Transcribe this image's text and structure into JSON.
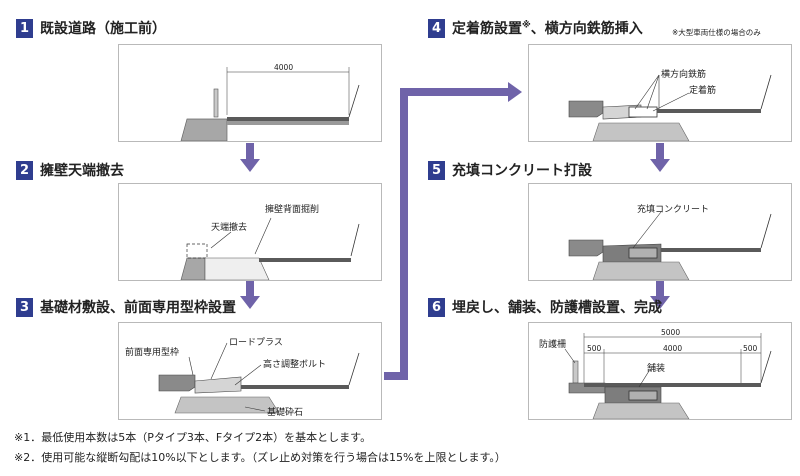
{
  "steps": [
    {
      "num": "1",
      "title": "既設道路（施工前）"
    },
    {
      "num": "2",
      "title": "擁壁天端撤去"
    },
    {
      "num": "3",
      "title": "基礎材敷設、前面専用型枠設置"
    },
    {
      "num": "4",
      "title": "定着筋設置",
      "title_mark": "※",
      "title_rest": "、横方向鉄筋挿入"
    },
    {
      "num": "5",
      "title": "充填コンクリート打設"
    },
    {
      "num": "6",
      "title": "埋戻し、舗装、防護槽設置、完成"
    }
  ],
  "step4_note": "※大型車両仕様の場合のみ",
  "panel1": {
    "dim": "4000"
  },
  "panel2": {
    "label_top": "天端撤去",
    "label_back": "擁壁背面掘削"
  },
  "panel3": {
    "label_form": "前面専用型枠",
    "label_plus": "ロードプラス",
    "label_bolt": "高さ調整ボルト",
    "label_base": "基礎砕石"
  },
  "panel4": {
    "label_rebar": "横方向鉄筋",
    "label_anchor": "定着筋"
  },
  "panel5": {
    "label_concrete": "充填コンクリート"
  },
  "panel6": {
    "dim_total": "5000",
    "dim_left": "500",
    "dim_mid": "4000",
    "dim_right": "500",
    "label_fence": "防護柵",
    "label_paving": "舗装"
  },
  "footnotes": [
    "※1．最低使用本数は5本（Pタイプ3本、Fタイプ2本）を基本とします。",
    "※2．使用可能な縦断勾配は10%以下とします。（ズレ止め対策を行う場合は15%を上限とします。）"
  ],
  "colors": {
    "step_badge": "#2f3d8f",
    "arrow": "#6f63a9",
    "road": "#5a5a5a",
    "wall": "#a7a7a7",
    "concrete": "#7d7d7d"
  }
}
